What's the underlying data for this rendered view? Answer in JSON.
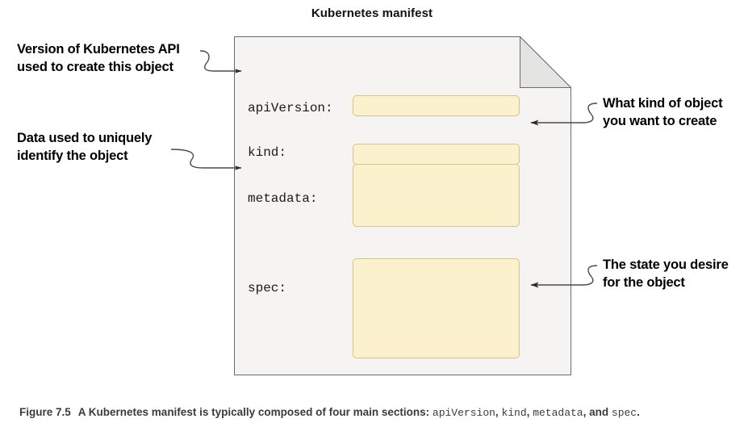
{
  "figure": {
    "title": "Kubernetes manifest",
    "caption": {
      "number": "Figure 7.5",
      "text_before": "A Kubernetes manifest is typically composed of four main sections:",
      "code_1": "apiVersion",
      "sep_1": ",",
      "code_2": "kind",
      "sep_2": ",",
      "code_3": "metadata",
      "sep_3": ", and",
      "code_4": "spec",
      "sep_4": "."
    }
  },
  "manifest": {
    "fields": [
      {
        "key": "apiversion",
        "label": "apiVersion:",
        "value": ""
      },
      {
        "key": "kind",
        "label": "kind:",
        "value": ""
      },
      {
        "key": "metadata",
        "label": "metadata:",
        "value": ""
      },
      {
        "key": "spec",
        "label": "spec:",
        "value": ""
      }
    ]
  },
  "annotations": {
    "apiversion": {
      "line1": "Version of Kubernetes API",
      "line2": "used to create this object"
    },
    "metadata": {
      "line1": "Data used to uniquely",
      "line2": "identify the object"
    },
    "kind": {
      "line1": "What kind of object",
      "line2": "you want to create"
    },
    "spec": {
      "line1": "The state you desire",
      "line2": "for the object"
    }
  },
  "colors": {
    "box_fill": "#FBF1CC",
    "box_border": "#D6C38B",
    "sheet_fill": "#F5F4F2",
    "sheet_border": "#6B6B6B",
    "fold_fill": "#E4E4E2",
    "leader": "#4A4A4A"
  }
}
